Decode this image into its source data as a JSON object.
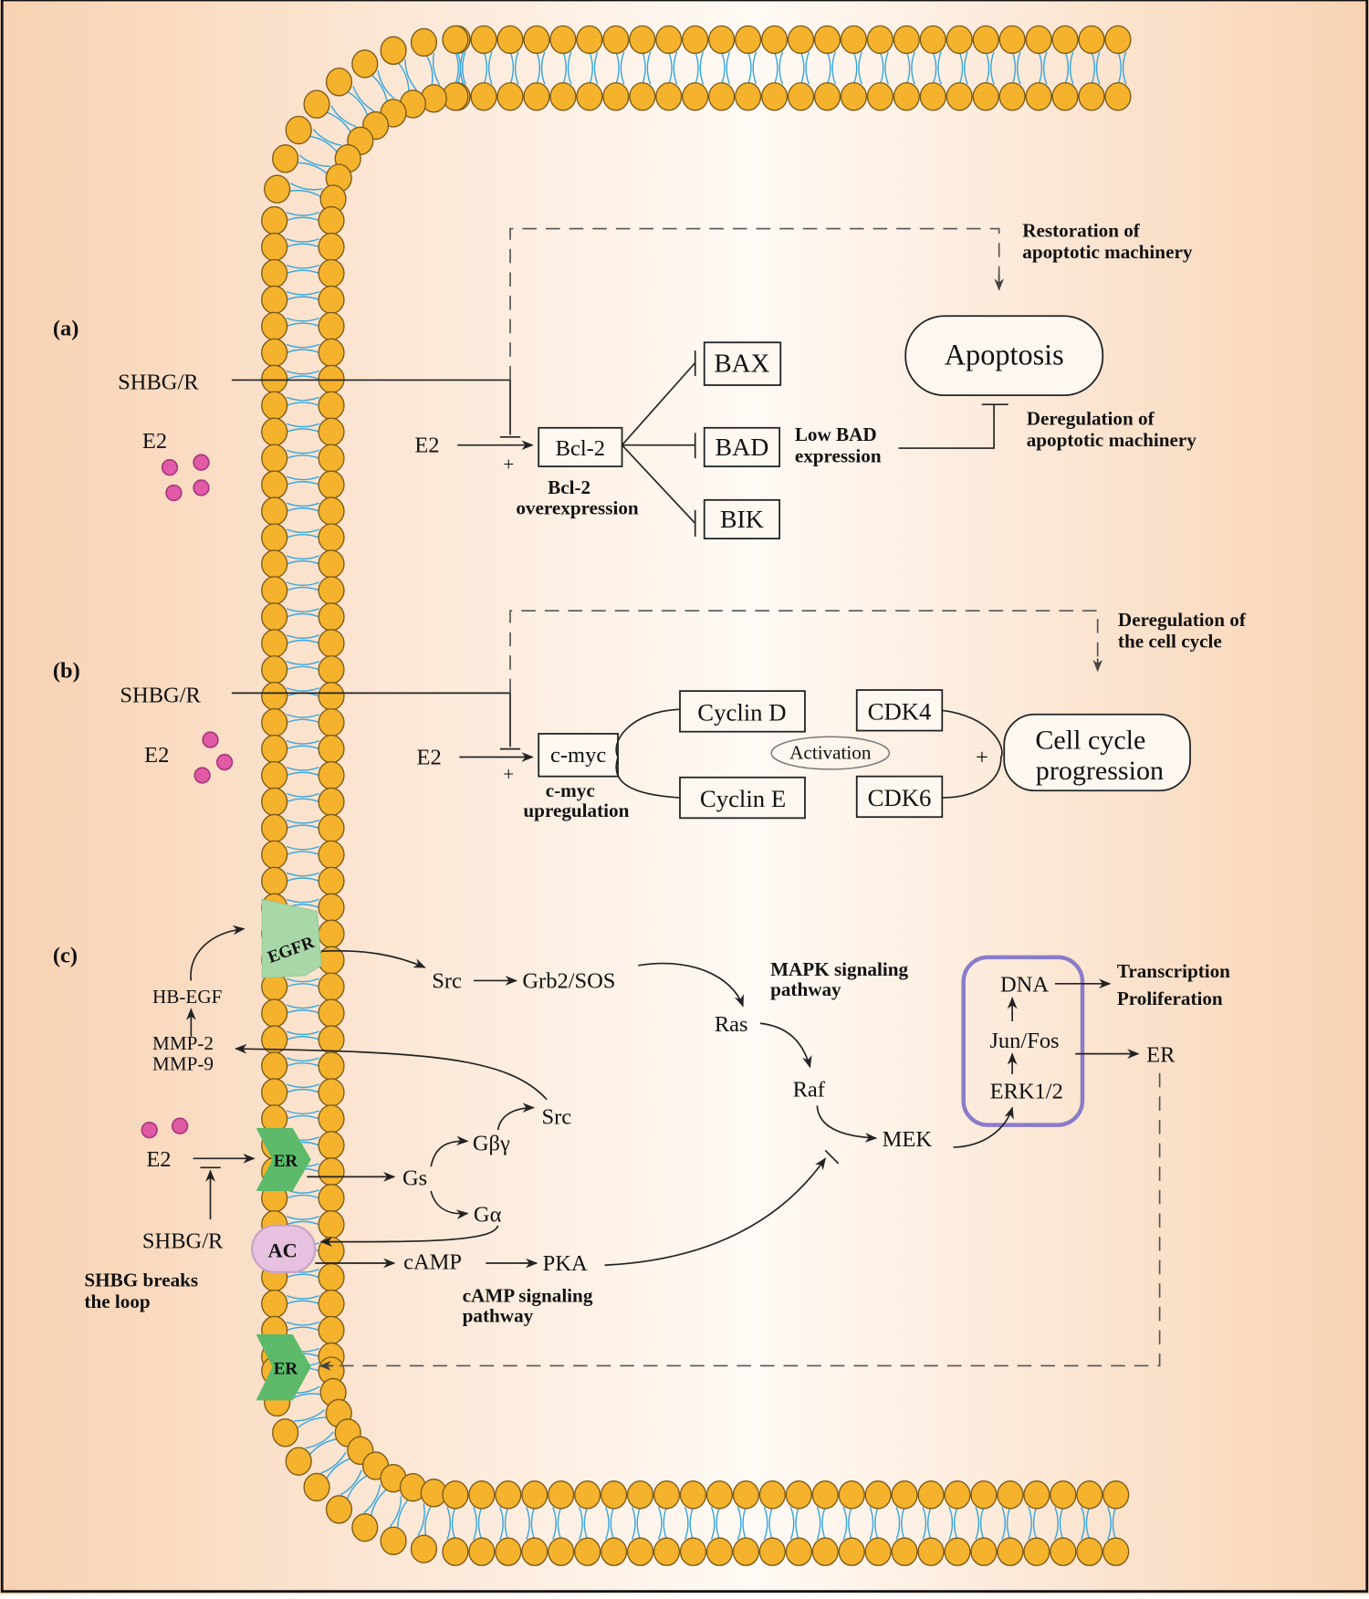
{
  "colors": {
    "background_edge": "#f8d3b3",
    "background_center": "#fffaf5",
    "lipid_head": "#f5b22c",
    "lipid_head_stroke": "#7a5a18",
    "lipid_tail": "#3aa7dc",
    "e2_molecule": "#e05aa6",
    "egfr": "#a8d8a8",
    "er_receptor": "#5cba6a",
    "ac": "#e7c1e0",
    "nucleus_box": "#8a7cc8"
  },
  "panel_a": {
    "label": "(a)",
    "shbg_r": "SHBG/R",
    "e2_outside": "E2",
    "e2_inside": "E2",
    "plus": "+",
    "bcl2": "Bcl-2",
    "bcl2_note_1": "Bcl-2",
    "bcl2_note_2": "overexpression",
    "bax": "BAX",
    "bad": "BAD",
    "bik": "BIK",
    "low_bad_1": "Low  BAD",
    "low_bad_2": "expression",
    "apoptosis": "Apoptosis",
    "restoration_1": "Restoration of",
    "restoration_2": "apoptotic machinery",
    "deregulation_1": "Deregulation of",
    "deregulation_2": "apoptotic machinery"
  },
  "panel_b": {
    "label": "(b)",
    "shbg_r": "SHBG/R",
    "e2_outside": "E2",
    "e2_inside": "E2",
    "plus": "+",
    "cmyc": "c-myc",
    "cmyc_note_1": "c-myc",
    "cmyc_note_2": "upregulation",
    "cyclin_d": "Cyclin D",
    "cyclin_e": "Cyclin E",
    "activation": "Activation",
    "cdk4": "CDK4",
    "cdk6": "CDK6",
    "plus2": "+",
    "progression_1": "Cell cycle",
    "progression_2": "progression",
    "dereg_1": "Deregulation of",
    "dereg_2": "the cell cycle"
  },
  "panel_c": {
    "label": "(c)",
    "egfr": "EGFR",
    "hb_egf": "HB-EGF",
    "mmp2": "MMP-2",
    "mmp9": "MMP-9",
    "e2": "E2",
    "shbg_r": "SHBG/R",
    "shbg_note_1": "SHBG breaks",
    "shbg_note_2": "the loop",
    "er_top": "ER",
    "ac": "AC",
    "er_bottom": "ER",
    "src1": "Src",
    "grb2": "Grb2/SOS",
    "ras": "Ras",
    "raf": "Raf",
    "mek": "MEK",
    "mapk_1": "MAPK signaling",
    "mapk_2": "pathway",
    "src2": "Src",
    "gby": "Gβγ",
    "gs": "Gs",
    "ga": "Gα",
    "camp": "cAMP",
    "pka": "PKA",
    "camp_note_1": "cAMP signaling",
    "camp_note_2": "pathway",
    "dna": "DNA",
    "junfos": "Jun/Fos",
    "erk": "ERK1/2",
    "transcription": "Transcription",
    "proliferation": "Proliferation",
    "er_out": "ER"
  }
}
